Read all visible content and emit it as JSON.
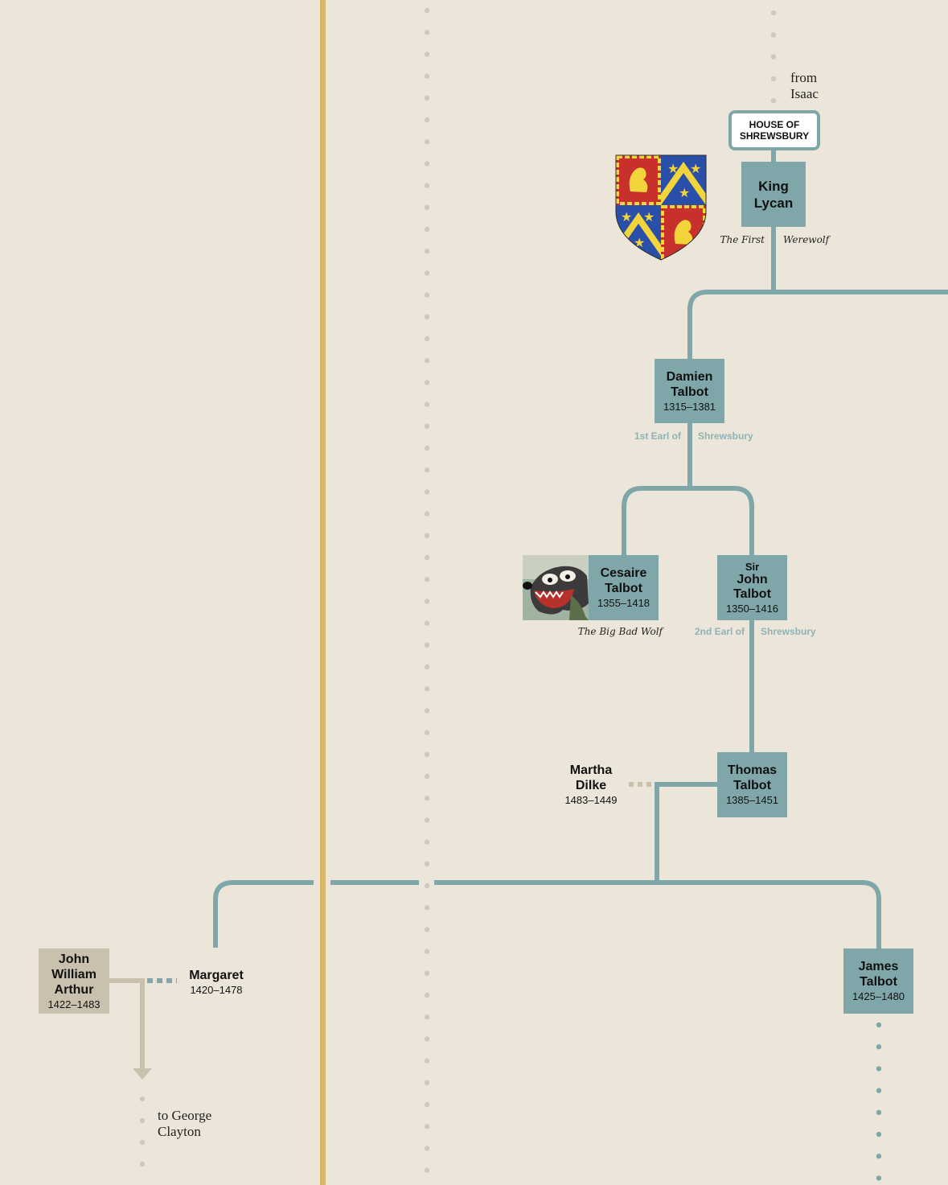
{
  "house": {
    "line1": "HOUSE OF",
    "line2": "SHREWSBURY"
  },
  "from_note": {
    "line1": "from",
    "line2": "Isaac"
  },
  "to_note": {
    "line1": "to George",
    "line2": "Clayton"
  },
  "people": {
    "king_lycan": {
      "line1": "King",
      "line2": "Lycan",
      "title_left": "The First",
      "title_right": "Werewolf"
    },
    "damien": {
      "line1": "Damien",
      "line2": "Talbot",
      "years": "1315–1381",
      "title_left": "1st Earl of",
      "title_right": "Shrewsbury"
    },
    "cesaire": {
      "line1": "Cesaire",
      "line2": "Talbot",
      "years": "1355–1418",
      "caption": "The Big Bad Wolf"
    },
    "sir_john": {
      "line0": "Sir",
      "line1": "John",
      "line2": "Talbot",
      "years": "1350–1416",
      "title_left": "2nd Earl of",
      "title_right": "Shrewsbury"
    },
    "thomas": {
      "line1": "Thomas",
      "line2": "Talbot",
      "years": "1385–1451"
    },
    "martha": {
      "line1": "Martha",
      "line2": "Dilke",
      "years": "1483–1449"
    },
    "margaret": {
      "line1": "Margaret",
      "years": "1420–1478"
    },
    "john_william": {
      "line1": "John",
      "line2": "William",
      "line3": "Arthur",
      "years": "1422–1483"
    },
    "james": {
      "line1": "James",
      "line2": "Talbot",
      "years": "1425–1480"
    }
  },
  "colors": {
    "background": "#ece6da",
    "line": "#7fa7a9",
    "gold": "#d8b865",
    "tan": "#c9c1ad",
    "dots": "#cfc9bd"
  }
}
